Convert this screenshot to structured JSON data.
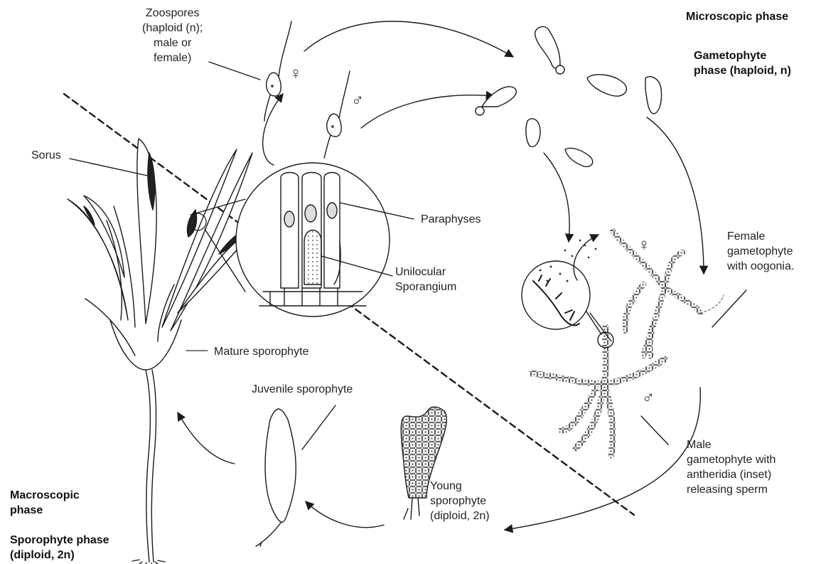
{
  "phases": {
    "microscopic": "Microscopic phase",
    "gametophyte": "Gametophyte\nphase (haploid, n)",
    "macroscopic": "Macroscopic\nphase",
    "sporophyte": "Sporophyte phase\n(diploid, 2n)"
  },
  "labels": {
    "zoospores": "Zoospores\n(haploid (n);\nmale or\nfemale)",
    "sorus": "Sorus",
    "paraphyses": "Paraphyses",
    "unilocular": "Unilocular\nSporangium",
    "mature": "Mature sporophyte",
    "juvenile": "Juvenile sporophyte",
    "young": "Young\nsporophyte\n(diploid, 2n)",
    "female": "Female\ngametophyte\nwith oogonia.",
    "male": "Male\ngametophyte with\nantheridia (inset)\nreleasing sperm"
  },
  "symbols": {
    "female": "♀",
    "male": "♂"
  },
  "colors": {
    "ink": "#1a1a1a",
    "shade": "#555555"
  }
}
